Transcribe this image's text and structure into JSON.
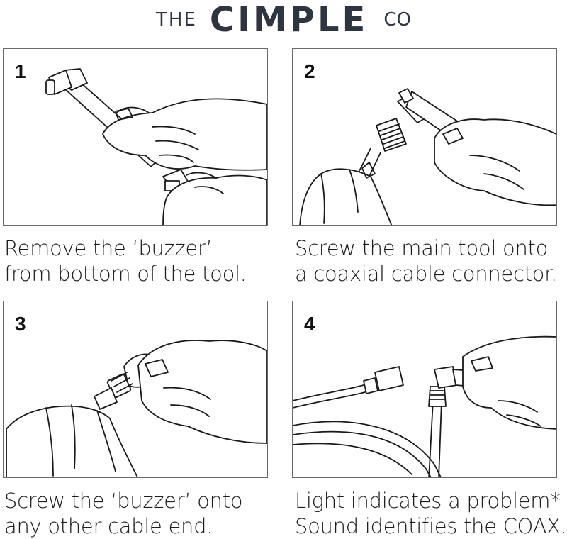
{
  "brand": {
    "prefix": "THE",
    "name": "CIMPLE",
    "suffix": "CO"
  },
  "steps": [
    {
      "number": "1",
      "caption_line1": "Remove the ‘buzzer’",
      "caption_line2": "from bottom of the tool."
    },
    {
      "number": "2",
      "caption_line1": "Screw the main tool onto",
      "caption_line2": "a coaxial cable connector."
    },
    {
      "number": "3",
      "caption_line1": "Screw the ‘buzzer’ onto",
      "caption_line2": "any other cable end."
    },
    {
      "number": "4",
      "caption_line1": "Light indicates a problem*",
      "caption_line2": "Sound identifies the COAX."
    }
  ],
  "colors": {
    "brand": "#2e3440",
    "text": "#1e1e1e",
    "border": "#6a6a6a"
  }
}
